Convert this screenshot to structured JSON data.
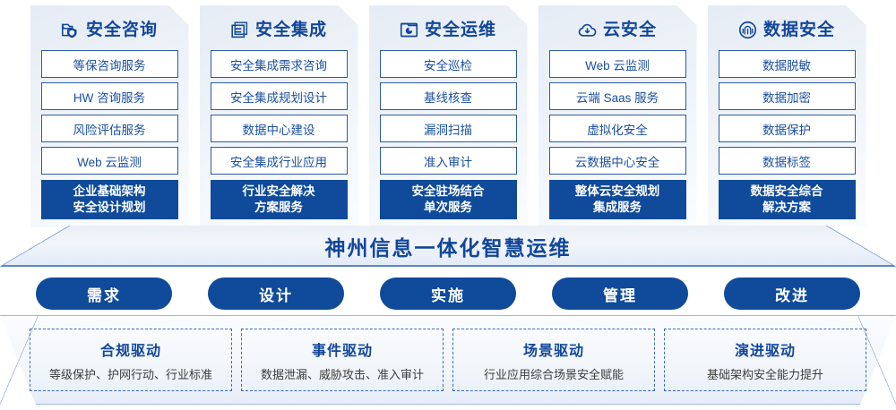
{
  "cards": [
    {
      "icon": "folder-shield-icon",
      "title": "安全咨询",
      "items": [
        "等保咨询服务",
        "HW 咨询服务",
        "风险评估服务",
        "Web 云监测"
      ],
      "solution": [
        "企业基础架构",
        "安全设计规划"
      ]
    },
    {
      "icon": "stacked-layers-icon",
      "title": "安全集成",
      "items": [
        "安全集成需求咨询",
        "安全集成规划设计",
        "数据中心建设",
        "安全集成行业应用"
      ],
      "solution": [
        "行业安全解决",
        "方案服务"
      ]
    },
    {
      "icon": "monitor-chart-icon",
      "title": "安全运维",
      "items": [
        "安全巡检",
        "基线核查",
        "漏洞扫描",
        "准入审计"
      ],
      "solution": [
        "安全驻场结合",
        "单次服务"
      ]
    },
    {
      "icon": "cloud-download-icon",
      "title": "云安全",
      "items": [
        "Web 云监测",
        "云端 Saas 服务",
        "虚拟化安全",
        "云数据中心安全"
      ],
      "solution": [
        "整体云安全规划",
        "集成服务"
      ]
    },
    {
      "icon": "fingerprint-icon",
      "title": "数据安全",
      "items": [
        "数据脱敏",
        "数据加密",
        "数据保护",
        "数据标签"
      ],
      "solution": [
        "数据安全综合",
        "解决方案"
      ]
    }
  ],
  "banner": {
    "text": "神州信息一体化智慧运维"
  },
  "pills": [
    {
      "label": "需求"
    },
    {
      "label": "设计"
    },
    {
      "label": "实施"
    },
    {
      "label": "管理"
    },
    {
      "label": "改进"
    }
  ],
  "drivers": [
    {
      "title": "合规驱动",
      "subtitle": "等级保护、护网行动、行业标准"
    },
    {
      "title": "事件驱动",
      "subtitle": "数据泄漏、威胁攻击、准入审计"
    },
    {
      "title": "场景驱动",
      "subtitle": "行业应用综合场景安全赋能"
    },
    {
      "title": "演进驱动",
      "subtitle": "基础架构安全能力提升"
    }
  ],
  "colors": {
    "brand_blue": "#0f4a9b",
    "title_blue": "#11479b",
    "item_border": "#2b5aa8",
    "panel_bg": "#eef2f8"
  }
}
